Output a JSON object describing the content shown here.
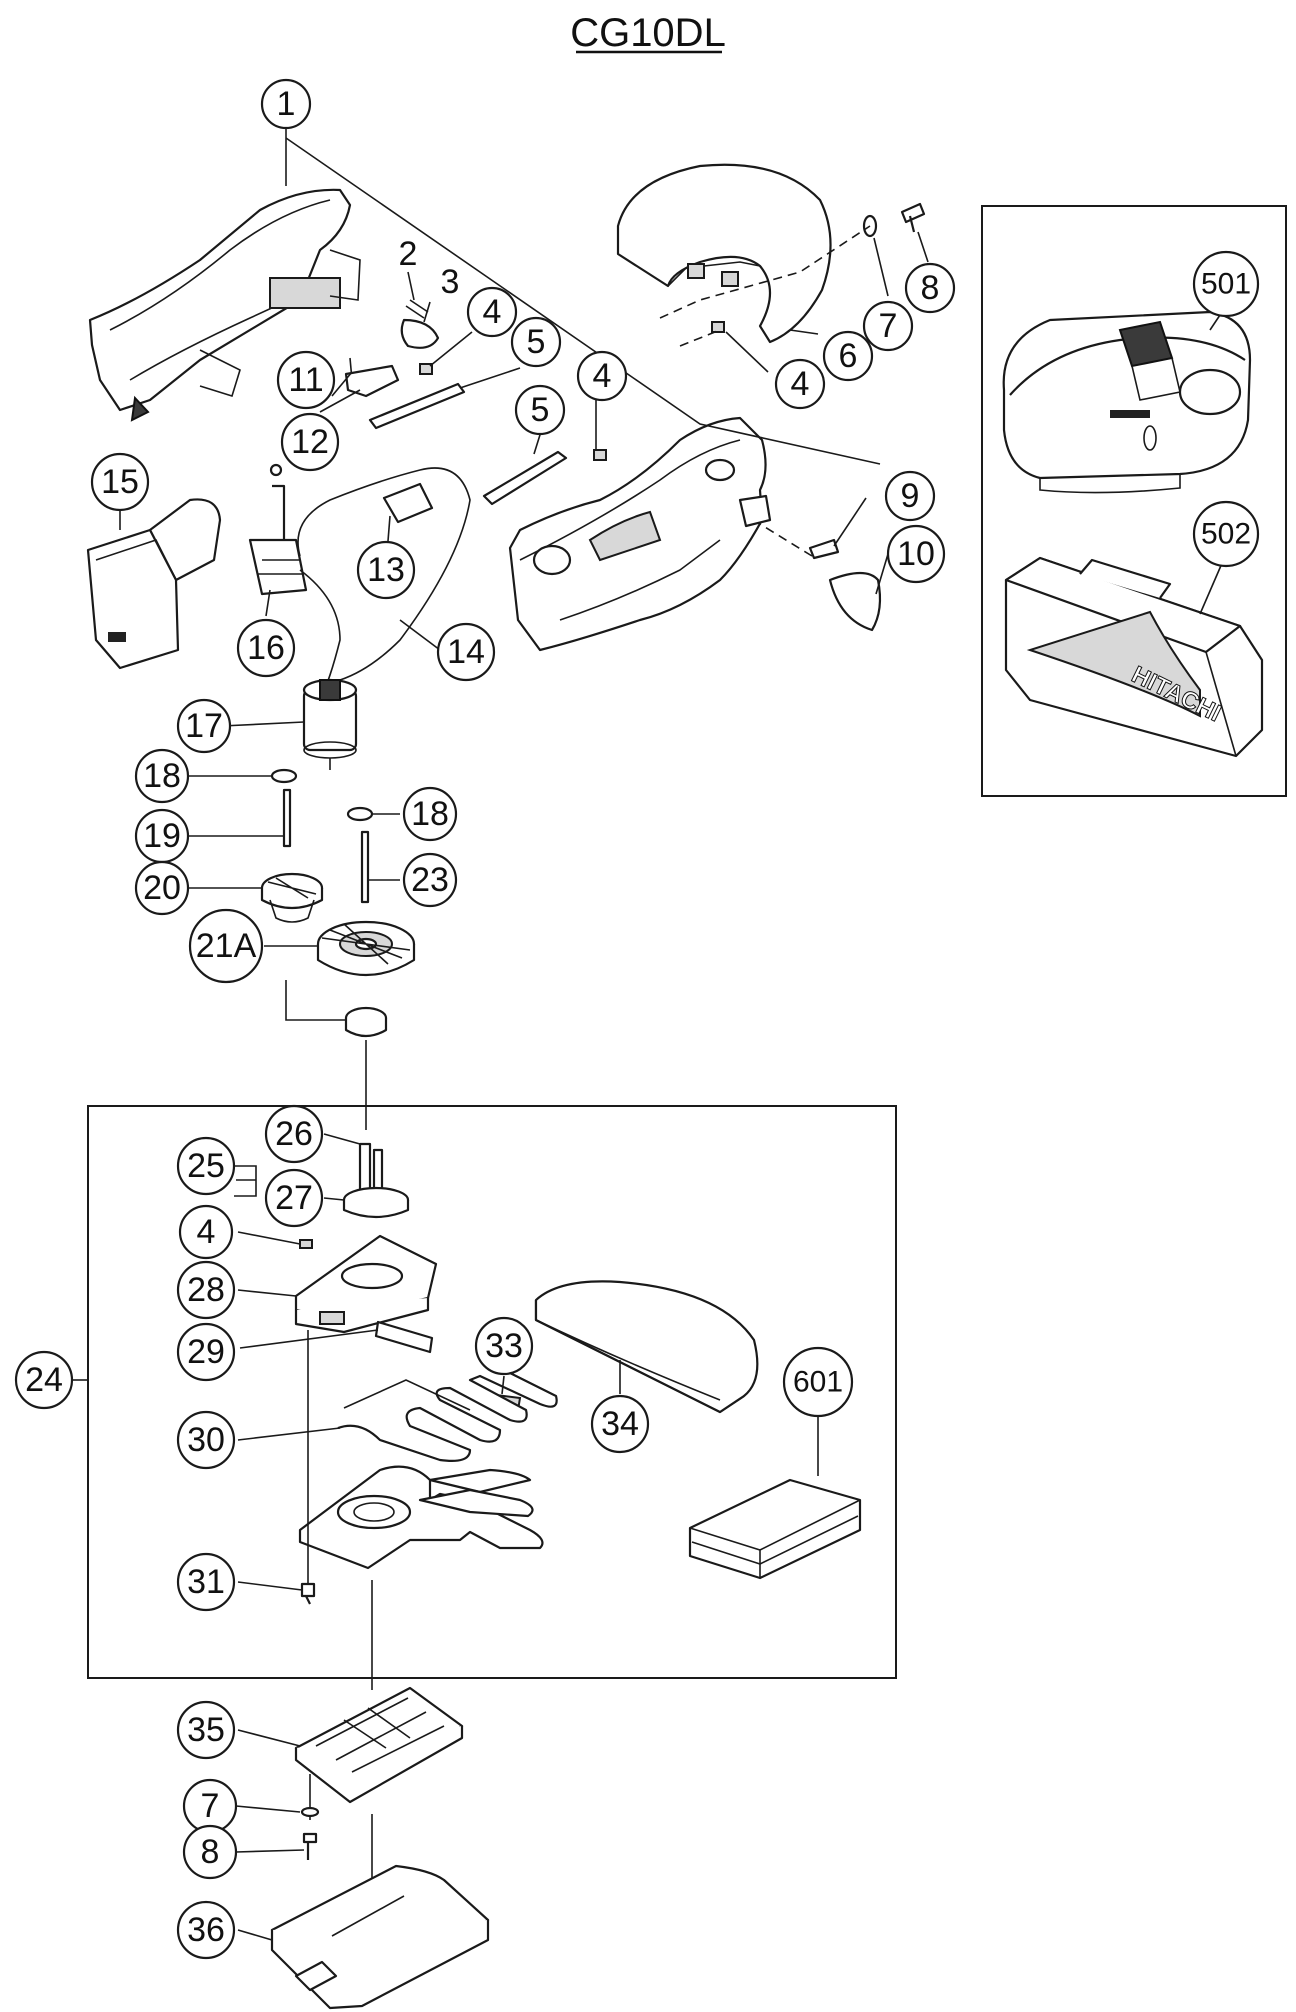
{
  "title": "CG10DL",
  "brand_text": "HITACHI",
  "callouts": {
    "c1": "1",
    "c2": "2",
    "c3": "3",
    "c4a": "4",
    "c5a": "5",
    "c11": "11",
    "c12": "12",
    "c4b": "4",
    "c5b": "5",
    "c15": "15",
    "c16": "16",
    "c13": "13",
    "c14": "14",
    "c6": "6",
    "c7a": "7",
    "c8a": "8",
    "c4c": "4",
    "c9": "9",
    "c10": "10",
    "c501": "501",
    "c502": "502",
    "c17": "17",
    "c18a": "18",
    "c19": "19",
    "c20": "20",
    "c18b": "18",
    "c23": "23",
    "c21A": "21A",
    "c24": "24",
    "c25": "25",
    "c26": "26",
    "c27": "27",
    "c4d": "4",
    "c28": "28",
    "c29": "29",
    "c33": "33",
    "c34": "34",
    "c601": "601",
    "c30": "30",
    "c31": "31",
    "c35": "35",
    "c7b": "7",
    "c8b": "8",
    "c36": "36"
  }
}
